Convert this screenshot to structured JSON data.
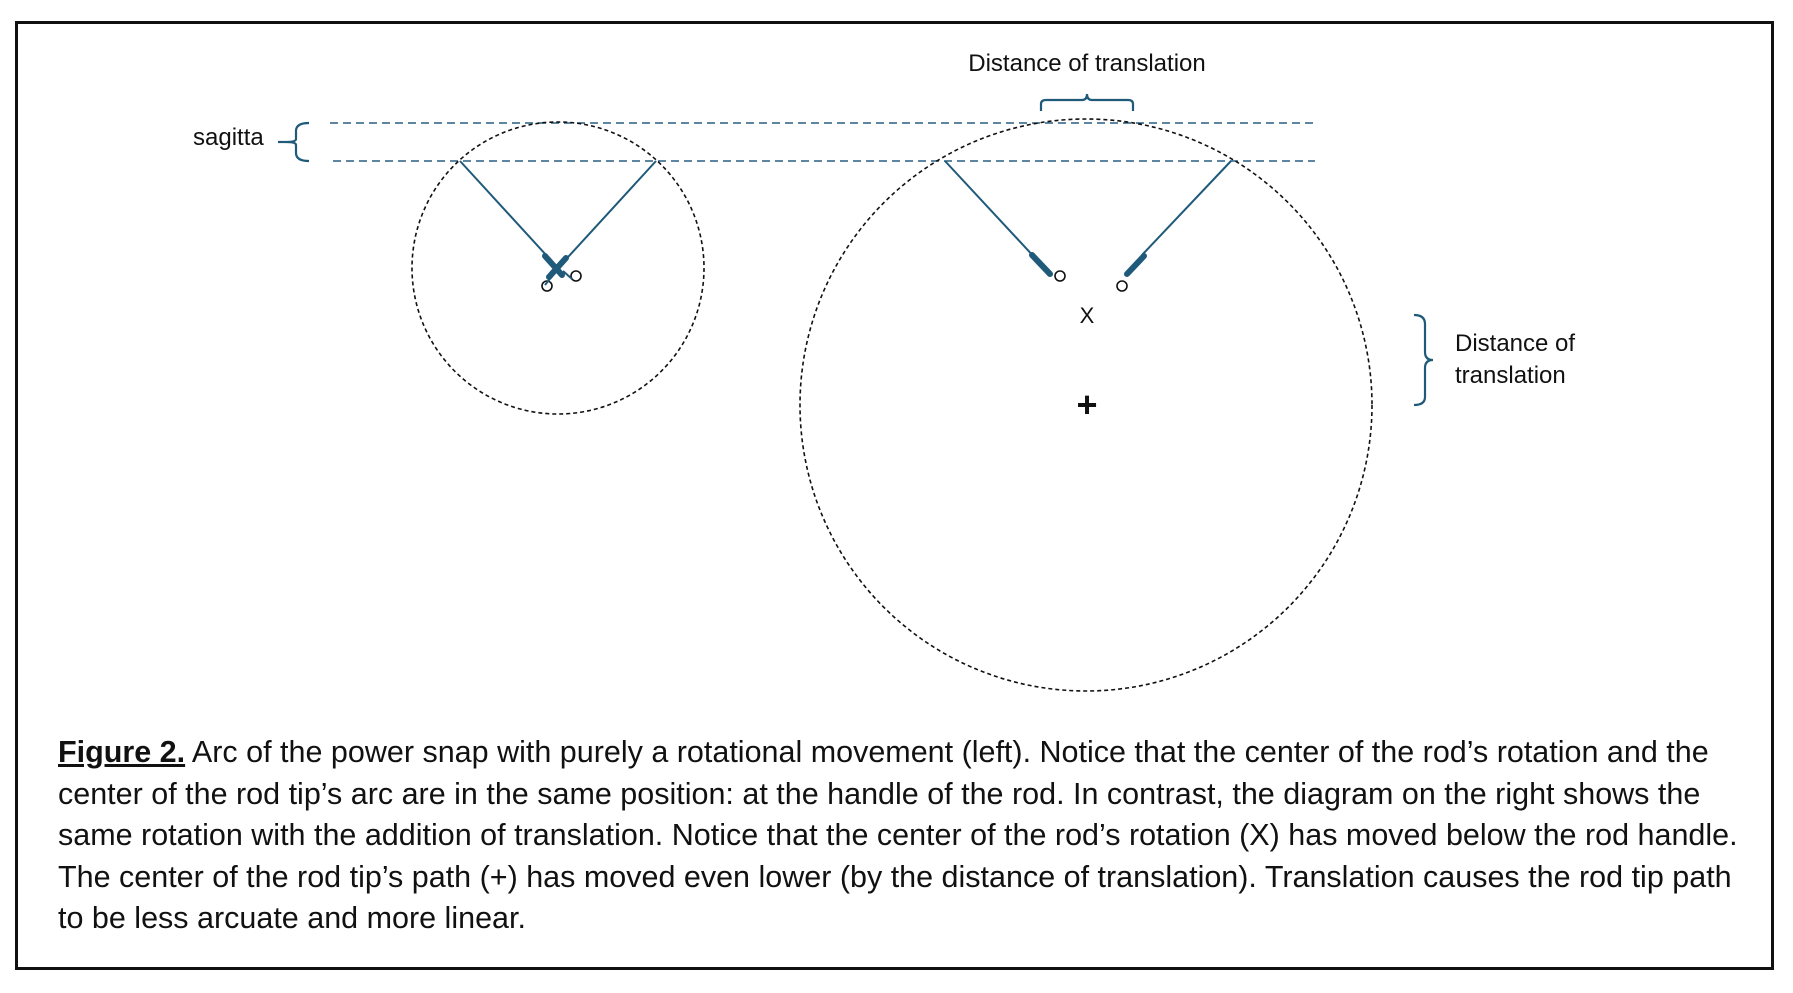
{
  "diagram": {
    "sagitta_label": "sagitta",
    "top_translation_label": "Distance of translation",
    "side_translation_label_line1": "Distance of",
    "side_translation_label_line2": "translation",
    "rotation_center_marker": "X",
    "arc_center_marker": "+"
  },
  "caption": {
    "figure_label": "Figure 2.",
    "text": " Arc of the power snap with purely a rotational movement (left). Notice that the center of the rod’s rotation and the center of the rod tip’s arc are in the same position: at the handle of the rod. In contrast, the diagram on the right shows the same rotation with the addition of translation. Notice that the center of the rod’s rotation (X) has moved below the rod handle. The center of the rod tip’s path (+) has moved even lower (by the distance of translation). Translation causes the rod tip path to be less arcuate and more linear."
  },
  "colors": {
    "rod": "#1f5a7a",
    "bracket": "#1f5a7a",
    "guide_lines": "#2a5f80",
    "circle": "#111111"
  }
}
